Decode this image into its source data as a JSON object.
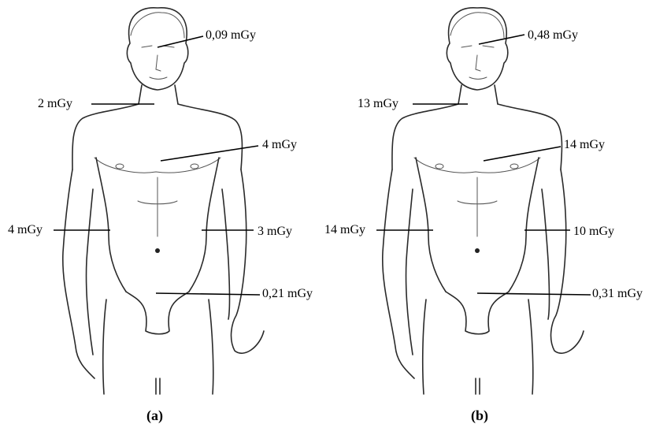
{
  "panels": [
    {
      "caption": "(a)",
      "doses": {
        "head": "0,09 mGy",
        "neck": "2 mGy",
        "chest": "4 mGy",
        "right_arm": "4 mGy",
        "left_arm": "3 mGy",
        "groin": "0,21 mGy"
      }
    },
    {
      "caption": "(b)",
      "doses": {
        "head": "0,48 mGy",
        "neck": "13 mGy",
        "chest": "14 mGy",
        "right_arm": "14 mGy",
        "left_arm": "10 mGy",
        "groin": "0,31 mGy"
      }
    }
  ]
}
